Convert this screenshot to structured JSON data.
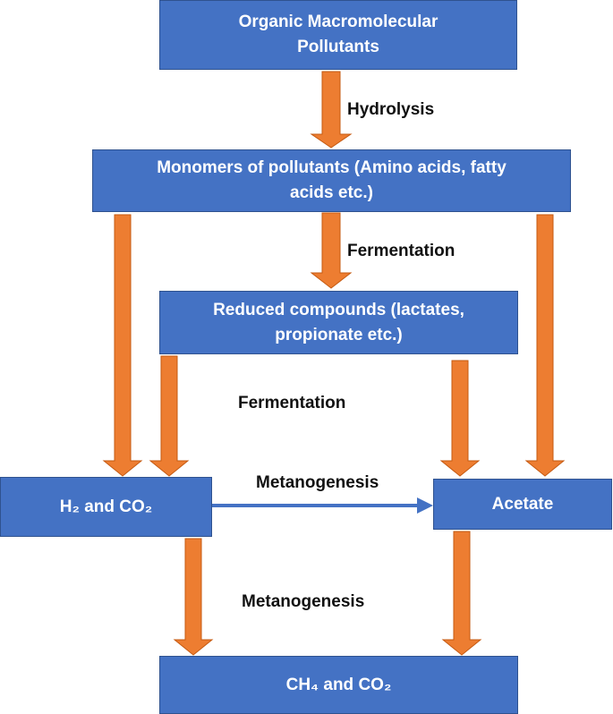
{
  "nodes": {
    "organic": {
      "line1": "Organic Macromolecular",
      "line2": "Pollutants"
    },
    "monomers": {
      "line1": "Monomers of pollutants (Amino acids, fatty",
      "line2": "acids etc.)"
    },
    "reduced": {
      "line1": "Reduced compounds (lactates,",
      "line2": "propionate etc.)"
    },
    "h2co2": {
      "text": "H₂ and CO₂"
    },
    "acetate": {
      "text": "Acetate"
    },
    "ch4co2": {
      "text": "CH₄ and CO₂"
    }
  },
  "labels": {
    "hydrolysis": "Hydrolysis",
    "fermentation_1": "Fermentation",
    "fermentation_2": "Fermentation",
    "metanogenesis_1": "Metanogenesis",
    "metanogenesis_2": "Metanogenesis"
  },
  "colors": {
    "box_fill": "#4472C4",
    "box_border": "#2F528F",
    "arrow_fill": "#ED7D31",
    "arrow_border": "#C55A11",
    "connector": "#4472C4"
  }
}
